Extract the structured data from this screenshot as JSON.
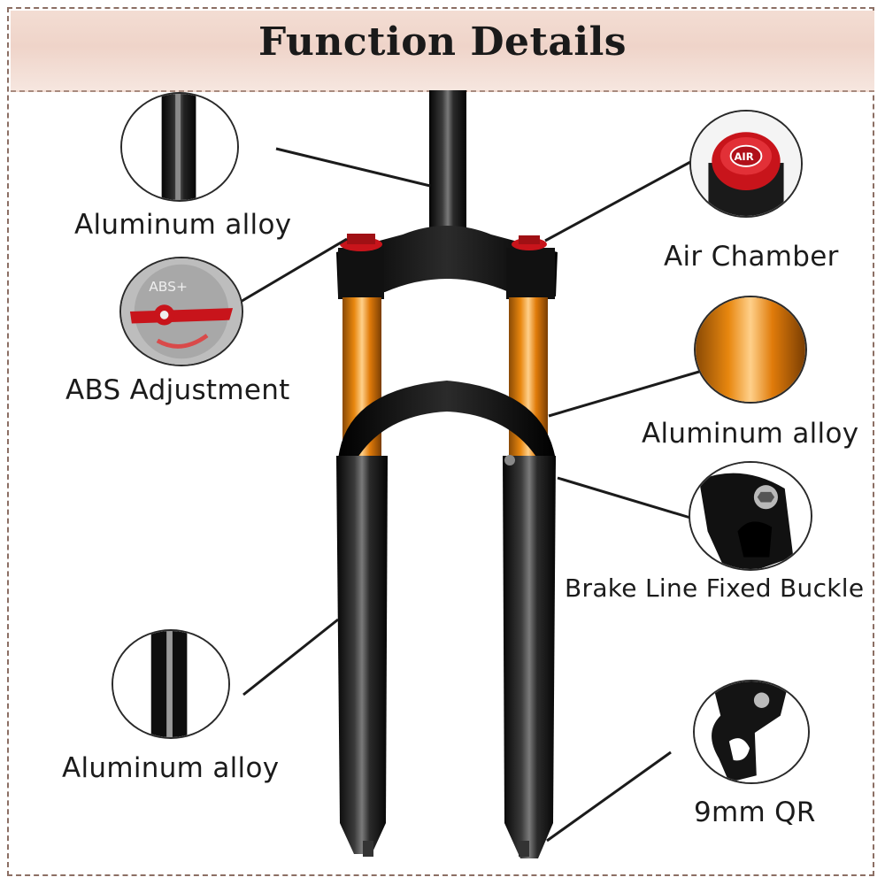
{
  "header": {
    "title": "Function Details"
  },
  "callouts": {
    "steerer": {
      "label": "Aluminum alloy",
      "icon": "black-tube-icon"
    },
    "abs": {
      "label": "ABS Adjustment",
      "icon": "abs-dial-icon",
      "dial_text": "ABS+"
    },
    "lower_left": {
      "label": "Aluminum alloy",
      "icon": "black-tube-icon"
    },
    "air": {
      "label": "Air Chamber",
      "icon": "air-valve-icon",
      "cap_text": "AIR"
    },
    "stanchion": {
      "label": "Aluminum alloy",
      "icon": "orange-tube-icon"
    },
    "buckle": {
      "label": "Brake Line Fixed Buckle",
      "icon": "clamp-icon"
    },
    "qr": {
      "label": "9mm QR",
      "icon": "dropout-icon"
    }
  },
  "colors": {
    "header_band": "#efd4c9",
    "border": "#8c6f64",
    "stanchion_orange": "#e8870f",
    "fork_black": "#141414",
    "valve_red": "#c8141b"
  }
}
